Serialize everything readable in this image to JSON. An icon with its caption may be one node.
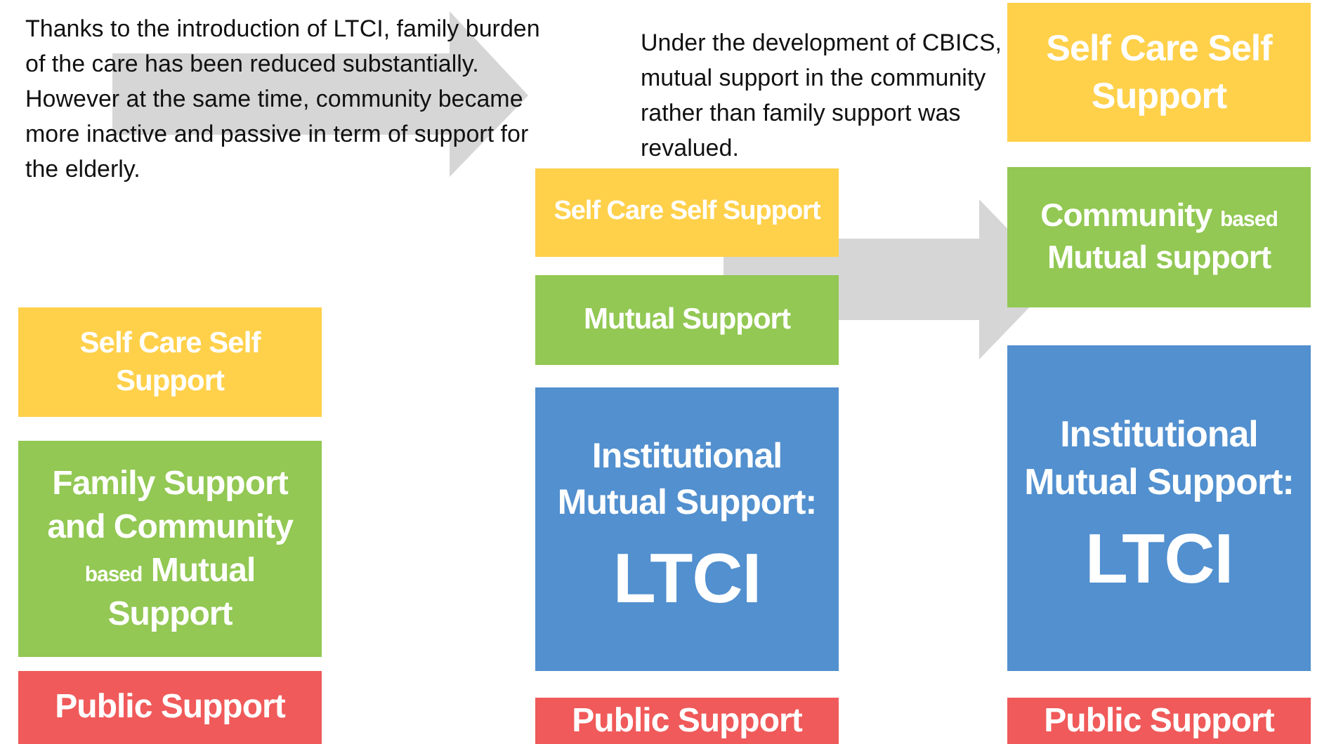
{
  "diagram": {
    "nodes": [
      {
        "text": [
          "Self Care Self Support"
        ]
      },
      {
        "text": [
          "Family Support and Community $_{based}$ Mutual Support"
        ]
      },
      {
        "text": [
          "Public Support"
        ]
      },
      {
        "text": [
          "Self Care Self Support"
        ]
      },
      {
        "text": [
          "Mutual Support"
        ]
      },
      {
        "text": [
          "Institutional Mutual Support:",
          "LTCI"
        ]
      },
      {
        "text": [
          "Public Support"
        ]
      },
      {
        "text": [
          "Self Care Self Support"
        ]
      },
      {
        "text": [
          "Community $_{based}$ Mutual support"
        ]
      },
      {
        "text": [
          "Institutional Mutual Support:",
          "LTCI"
        ]
      },
      {
        "text": [
          "Public Support"
        ]
      }
    ],
    "edges": [
      {
        "from": 4,
        "to": 8,
        "arrow": "to"
      }
    ],
    "labels": [
      "Thanks to the introduction of LTCI, family burden of the care has been reduced substantially. However at the same time, community became more inactive and passive in term of support for the elderly.",
      "Under the development of CBICS, mutual support in the community rather than family support was revalued."
    ]
  }
}
